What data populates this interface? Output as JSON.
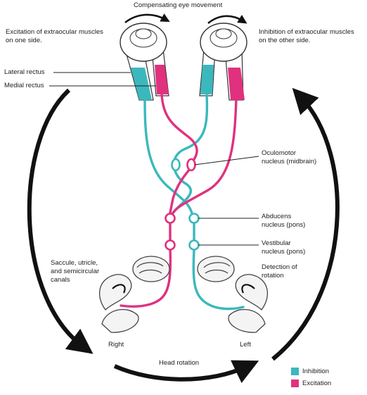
{
  "labels": {
    "top_title": "Compensating eye movement",
    "excitation_left": [
      "Excitation of extraocular muscles",
      "on one side."
    ],
    "inhibition_right": [
      "Inhibition of extraocular muscles",
      "on the other side."
    ],
    "lateral_rectus": "Lateral rectus",
    "medial_rectus": "Medial rectus",
    "oculomotor": [
      "Oculomotor",
      "nucleus (midbrain)"
    ],
    "abducens": [
      "Abducens",
      "nucleus (pons)"
    ],
    "vestibular": [
      "Vestibular",
      "nucleus (pons)"
    ],
    "detection": [
      "Detection of",
      "rotation"
    ],
    "saccule": [
      "Saccule, utricle,",
      "and semicircular",
      "canals"
    ],
    "right": "Right",
    "left": "Left",
    "head_rotation": "Head rotation"
  },
  "legend": [
    {
      "label": "Inhibition",
      "color": "#3bb8bd"
    },
    {
      "label": "Excitation",
      "color": "#e0317e"
    }
  ],
  "colors": {
    "inhibition": "#3bb8bd",
    "excitation": "#e0317e",
    "arrow": "#111111"
  }
}
